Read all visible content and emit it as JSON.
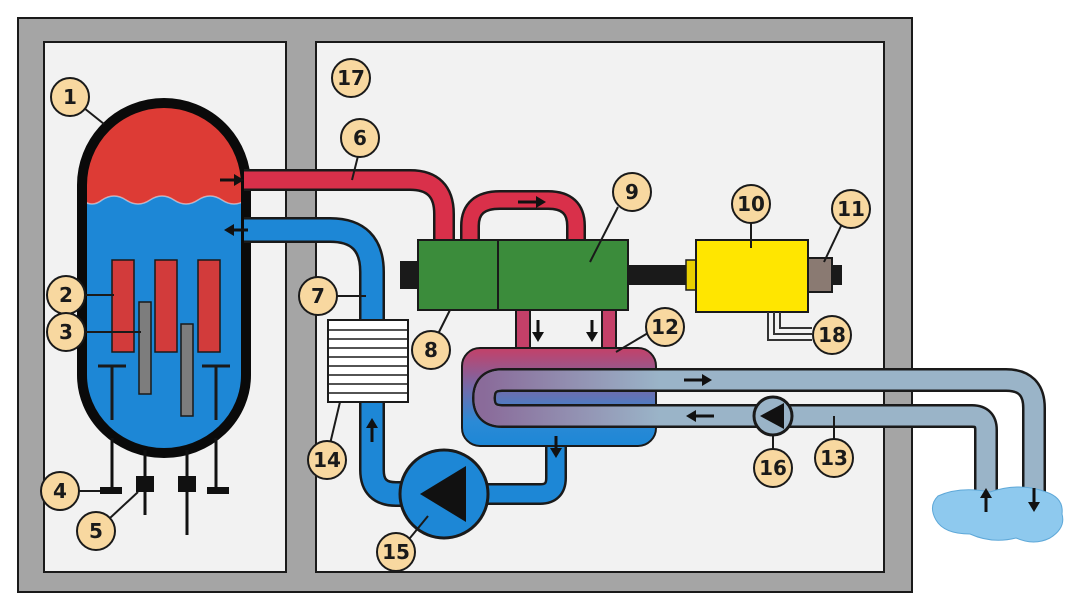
{
  "colors": {
    "building_outer": "#a5a5a5",
    "building_inner": "#f2f2f2",
    "hot_water": "#d9304a",
    "steam_top": "#dd3b35",
    "reactor_water": "#1d87d6",
    "fuel_rod": "#d23b3b",
    "control_rod": "#7d7d7d",
    "turbine": "#3b8c3b",
    "generator": "#ffe600",
    "exciter": "#8a7a72",
    "cooling_pipe": "#9ab4c8",
    "river": "#8ec9ee",
    "label_fill": "#f8d8a0"
  },
  "labels": [
    {
      "id": "1",
      "text": "1"
    },
    {
      "id": "2",
      "text": "2"
    },
    {
      "id": "3",
      "text": "3"
    },
    {
      "id": "4",
      "text": "4"
    },
    {
      "id": "5",
      "text": "5"
    },
    {
      "id": "6",
      "text": "6"
    },
    {
      "id": "7",
      "text": "7"
    },
    {
      "id": "8",
      "text": "8"
    },
    {
      "id": "9",
      "text": "9"
    },
    {
      "id": "10",
      "text": "10"
    },
    {
      "id": "11",
      "text": "11"
    },
    {
      "id": "12",
      "text": "12"
    },
    {
      "id": "13",
      "text": "13"
    },
    {
      "id": "14",
      "text": "14"
    },
    {
      "id": "15",
      "text": "15"
    },
    {
      "id": "16",
      "text": "16"
    },
    {
      "id": "17",
      "text": "17"
    },
    {
      "id": "18",
      "text": "18"
    }
  ]
}
